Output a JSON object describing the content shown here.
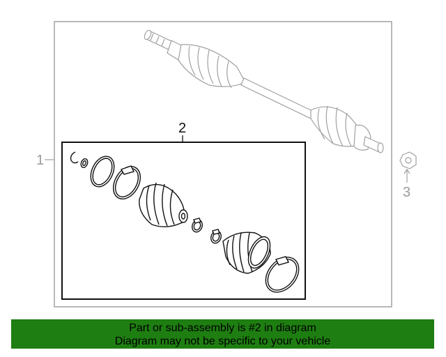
{
  "diagram": {
    "callouts": [
      {
        "id": "callout-1",
        "text": "1"
      },
      {
        "id": "callout-2",
        "text": "2"
      },
      {
        "id": "callout-3",
        "text": "3"
      }
    ]
  },
  "banner": {
    "line1": "Part or sub-assembly is #2 in diagram",
    "line2": "Diagram may not be specific to your vehicle",
    "background": "#1e7e11"
  },
  "colors": {
    "outer_frame": "#a0a0a0",
    "highlight_frame": "#111111"
  }
}
